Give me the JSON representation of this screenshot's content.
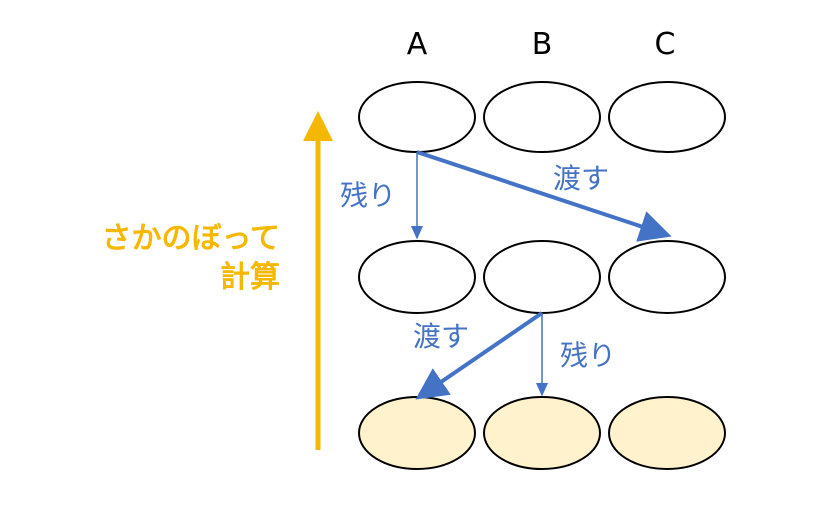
{
  "columns": [
    "A",
    "B",
    "C"
  ],
  "side_label": {
    "line1": "さかのぼって",
    "line2": "計算"
  },
  "edge_labels": {
    "top_keep": "残り",
    "top_pass": "渡す",
    "mid_pass": "渡す",
    "mid_keep": "残り"
  },
  "colors": {
    "accent": "#f5b800",
    "arrow": "#4472c4",
    "text_blue": "#4472c4",
    "node_stroke": "#000000",
    "node_fill_default": "#ffffff",
    "node_fill_bottom": "#fff2cc"
  }
}
